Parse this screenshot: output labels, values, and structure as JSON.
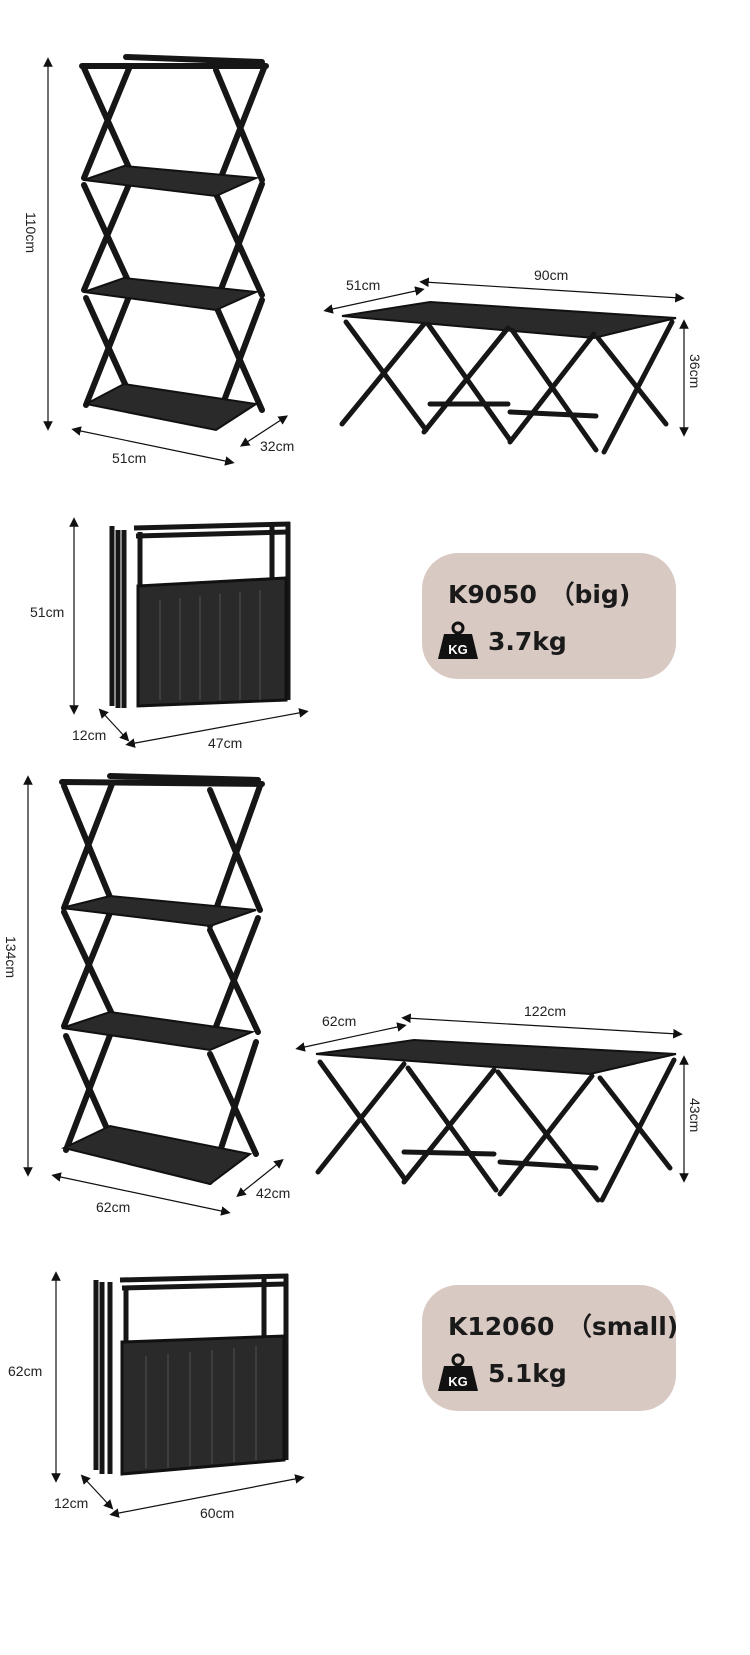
{
  "products": [
    {
      "model_label": "K9050　（big)",
      "weight": "3.7kg",
      "kg_icon_text": "KG",
      "shelf": {
        "height": "110cm",
        "width": "51cm",
        "depth": "32cm"
      },
      "table": {
        "depth": "51cm",
        "length": "90cm",
        "height": "36cm"
      },
      "folded": {
        "height": "51cm",
        "thickness": "12cm",
        "width": "47cm"
      }
    },
    {
      "model_label": "K12060　（small)",
      "weight": "5.1kg",
      "kg_icon_text": "KG",
      "shelf": {
        "height": "134cm",
        "width": "62cm",
        "depth": "42cm"
      },
      "table": {
        "depth": "62cm",
        "length": "122cm",
        "height": "43cm"
      },
      "folded": {
        "height": "62cm",
        "thickness": "12cm",
        "width": "60cm"
      }
    }
  ],
  "colors": {
    "badge_bg": "#d9c9c3",
    "frame": "#161616",
    "panel": "#2a2a2a"
  }
}
